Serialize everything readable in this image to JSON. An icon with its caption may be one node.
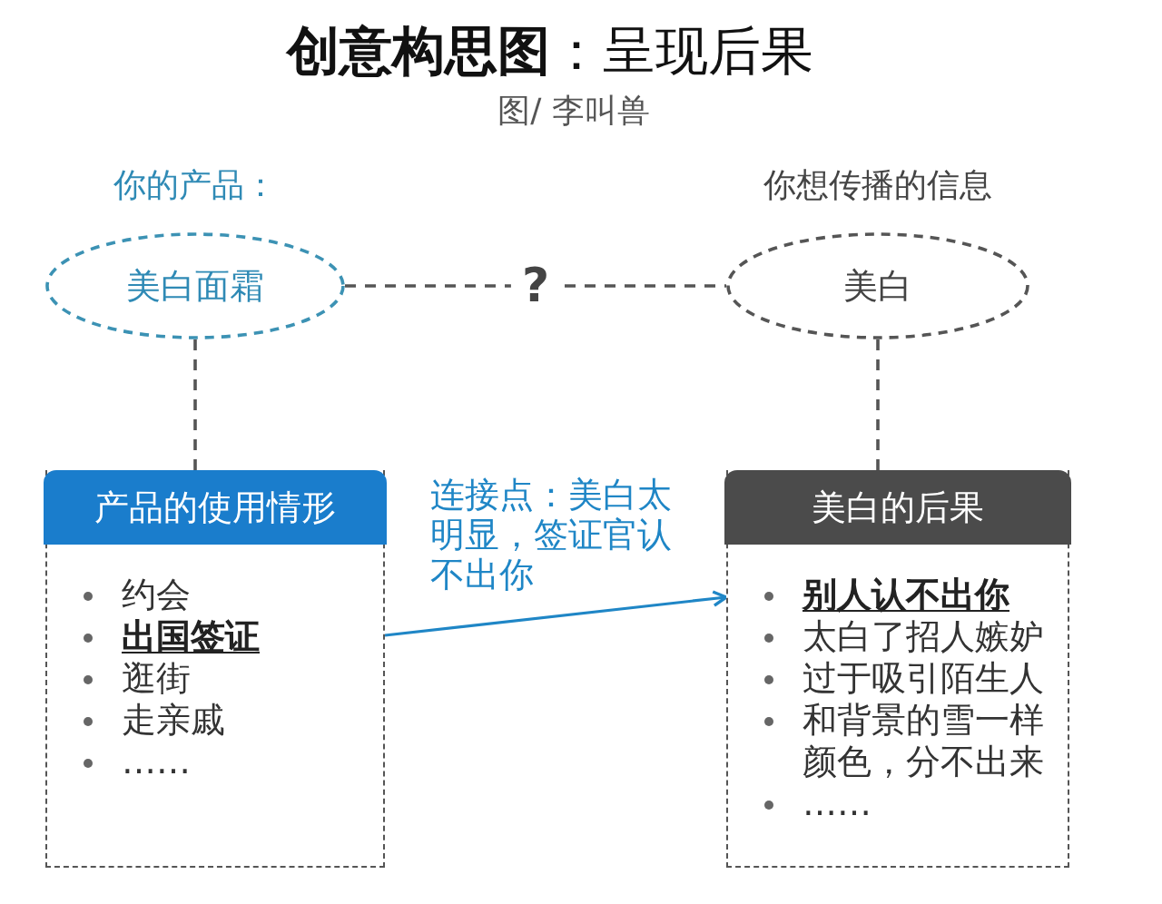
{
  "diagram": {
    "title": "**创意构思图**：呈现后果",
    "nodes": [
      {
        "text": [
          "你的产品：",
          "美白面霜"
        ]
      },
      {
        "text": [
          "你想传播的信息",
          "美白"
        ]
      },
      {
        "text": [
          "产品的使用情形",
          "约会",
          "**出国签证**",
          "逛街",
          "走亲戚",
          "……"
        ]
      },
      {
        "text": [
          "美白的后果",
          "**别人认不出你**",
          "太白了招人嫉妒",
          "过于吸引陌生人",
          "和背景的雪一样颜色，分不出来",
          "……"
        ]
      }
    ],
    "edges": [
      {
        "from": 0,
        "to": 1,
        "arrow": "none",
        "label": "?",
        "style": "dashed"
      },
      {
        "from": 0,
        "to": 2,
        "arrow": "none",
        "style": "dashed"
      },
      {
        "from": 1,
        "to": 3,
        "arrow": "none",
        "style": "dashed"
      },
      {
        "from": 2,
        "to": 3,
        "arrow": "to",
        "label": "连接点：美白太明显，签证官认不出你",
        "color": "#1f86c6"
      }
    ],
    "labels": [
      "图/ 李叫兽"
    ]
  }
}
